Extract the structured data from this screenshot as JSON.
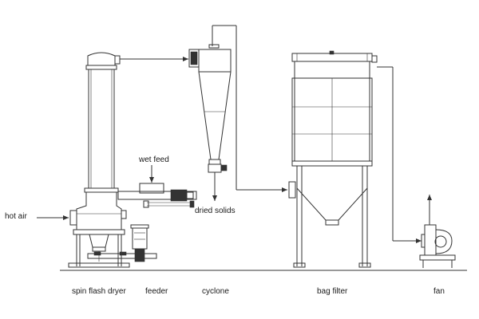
{
  "labels": {
    "hot_air": "hot air",
    "wet_feed": "wet feed",
    "dried_solids": "dried solids",
    "spin_flash_dryer": "spin flash dryer",
    "feeder": "feeder",
    "cyclone": "cyclone",
    "bag_filter": "bag filter",
    "fan": "fan"
  },
  "colors": {
    "line": "#333333",
    "background": "#ffffff"
  }
}
